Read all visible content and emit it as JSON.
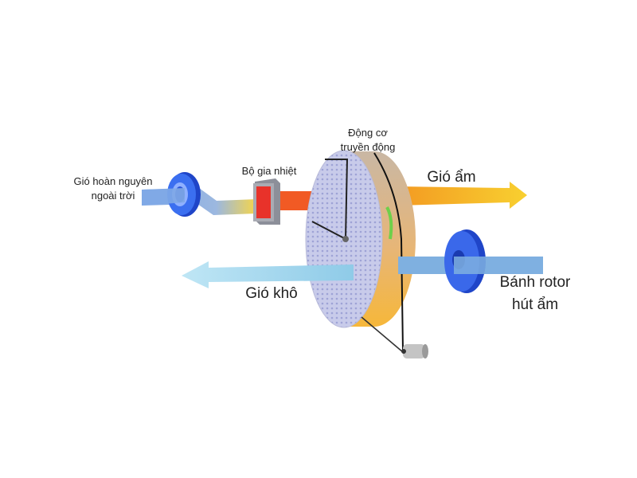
{
  "diagram": {
    "labels": {
      "regen_air_line1": "Gió hoàn nguyên",
      "regen_air_line2": "ngoài trời",
      "heater": "Bộ gia nhiệt",
      "motor_line1": "Động cơ",
      "motor_line2": "truyền động",
      "humid_air": "Gió ẩm",
      "dry_air": "Gió khô",
      "rotor_line1": "Bánh rotor",
      "rotor_line2": "hút ẩm"
    },
    "colors": {
      "fan_blue": "#2f5fe0",
      "air_blue": "#7fa8e6",
      "dry_air": "#a9dcf0",
      "hot_air": "#f15a24",
      "humid_air": "#f6b12a",
      "rotor_face": "#c9cbe8",
      "rotor_rim": "#f0b04a"
    }
  }
}
